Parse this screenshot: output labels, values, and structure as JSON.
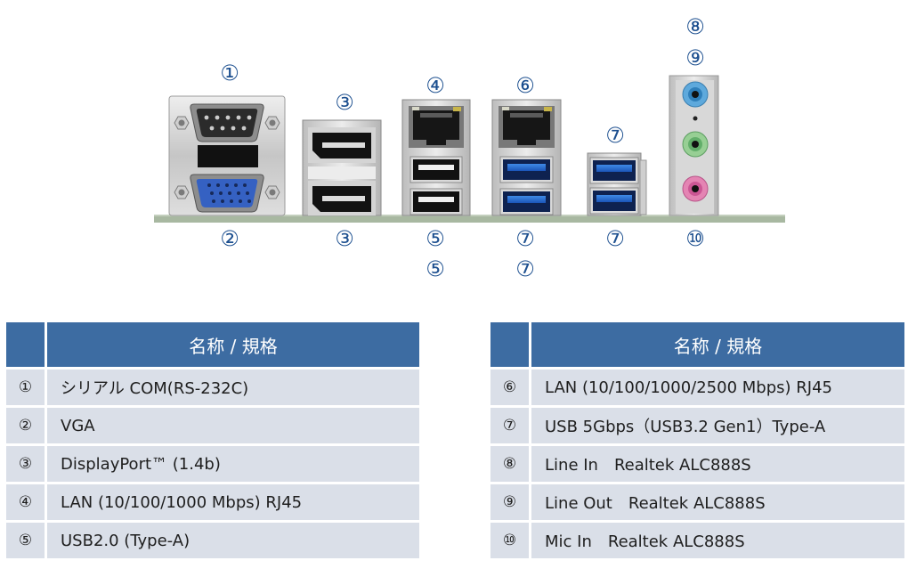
{
  "diagram": {
    "callouts": [
      {
        "label": "①"
      },
      {
        "label": "②"
      },
      {
        "label": "③"
      },
      {
        "label": "③"
      },
      {
        "label": "④"
      },
      {
        "label": "⑤"
      },
      {
        "label": "⑤"
      },
      {
        "label": "⑥"
      },
      {
        "label": "⑦"
      },
      {
        "label": "⑦"
      },
      {
        "label": "⑦"
      },
      {
        "label": "⑦"
      },
      {
        "label": "⑧"
      },
      {
        "label": "⑨"
      },
      {
        "label": "⑩"
      }
    ]
  },
  "tables": [
    {
      "header": "名称 / 規格",
      "rows": [
        {
          "num": "①",
          "spec": "シリアル COM(RS-232C)"
        },
        {
          "num": "②",
          "spec": "VGA"
        },
        {
          "num": "③",
          "spec": "DisplayPort™ (1.4b)"
        },
        {
          "num": "④",
          "spec": "LAN (10/100/1000 Mbps) RJ45"
        },
        {
          "num": "⑤",
          "spec": "USB2.0 (Type-A)"
        }
      ]
    },
    {
      "header": "名称 / 規格",
      "rows": [
        {
          "num": "⑥",
          "spec": "LAN (10/100/1000/2500 Mbps) RJ45"
        },
        {
          "num": "⑦",
          "spec": "USB 5Gbps（USB3.2 Gen1）Type-A"
        },
        {
          "num": "⑧",
          "spec": "Line In　Realtek ALC888S"
        },
        {
          "num": "⑨",
          "spec": "Line Out　Realtek ALC888S"
        },
        {
          "num": "⑩",
          "spec": "Mic In　Realtek ALC888S"
        }
      ]
    }
  ],
  "colors": {
    "callout": "#1c4f8f",
    "header": "#3d6ca2",
    "row_background": "#dadfe8",
    "text": "#1e1e1e",
    "pcb": "#a8b8a1"
  }
}
